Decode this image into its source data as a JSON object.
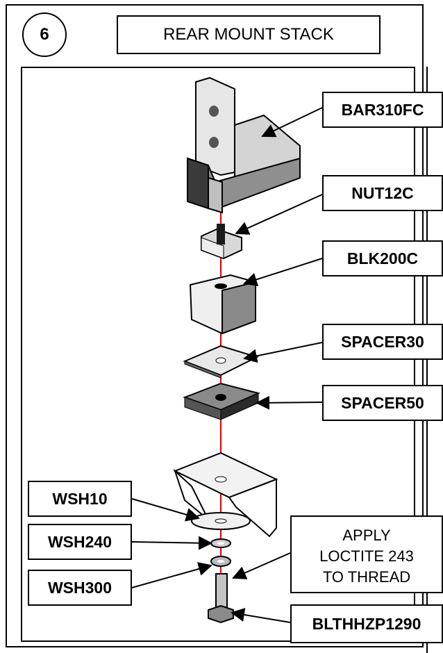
{
  "header": {
    "step_number": "6",
    "title": "REAR MOUNT STACK"
  },
  "callouts": {
    "bar": "BAR310FC",
    "nut": "NUT12C",
    "block": "BLK200C",
    "spacer30": "SPACER30",
    "spacer50": "SPACER50",
    "wsh10": "WSH10",
    "wsh240": "WSH240",
    "wsh300": "WSH300",
    "bolt": "BLTHHZP1290"
  },
  "note": {
    "line1": "APPLY",
    "line2": "LOCTITE 243",
    "line3": "TO THREAD"
  },
  "colors": {
    "axis": "#e00000",
    "dark_gray": "#555555",
    "mid_gray": "#9a9a9a",
    "light_gray": "#d8d8d8"
  }
}
